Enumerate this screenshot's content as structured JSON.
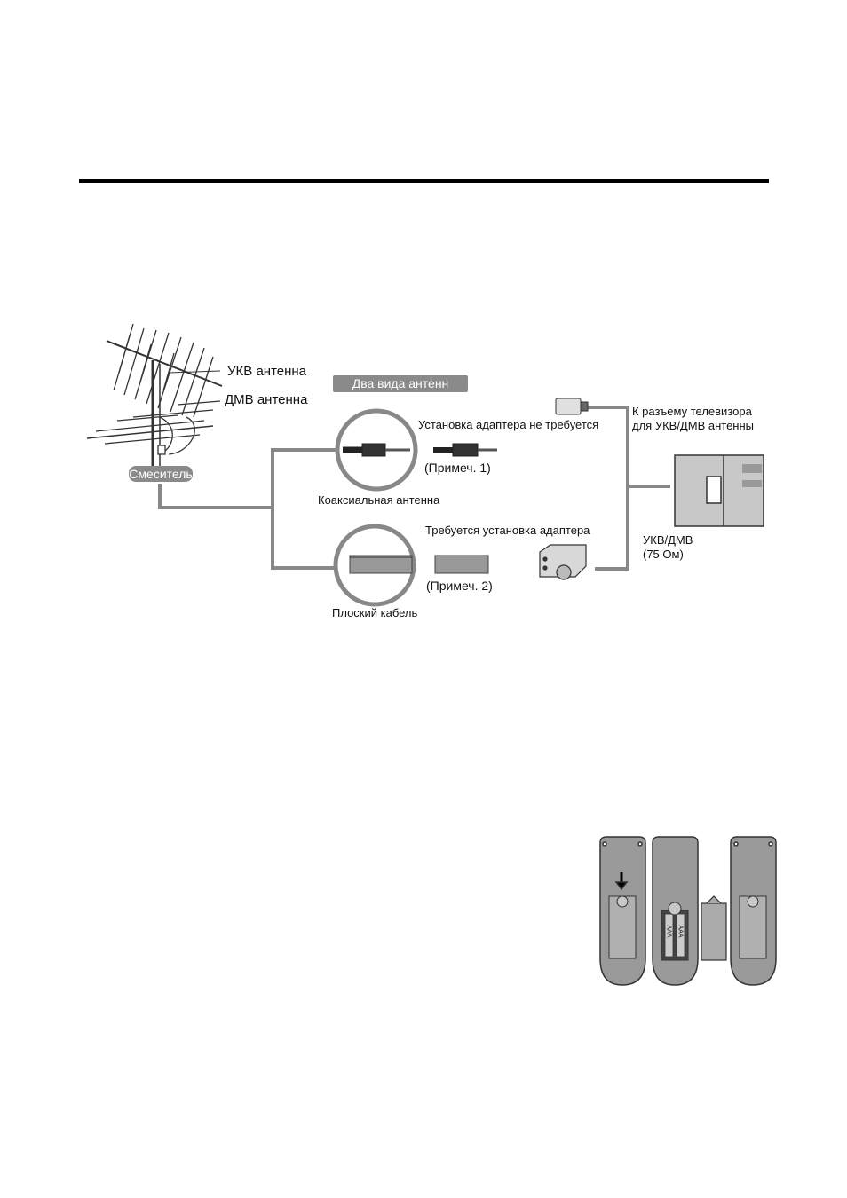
{
  "diagram": {
    "vhf_antenna": "УКВ антенна",
    "uhf_antenna": "ДМВ антенна",
    "mixer": "Смеситель",
    "two_types": "Два вида антенн",
    "no_adapter": "Установка адаптера не требуется",
    "note1": "(Примеч. 1)",
    "coaxial": "Коаксиальная антенна",
    "adapter_required": "Требуется установка адаптера",
    "note2": "(Примеч. 2)",
    "flat_cable": "Плоский кабель",
    "tv_connector_line1": "К разъему телевизора",
    "tv_connector_line2": "для УКВ/ДМВ антенны",
    "tv_jack_line1": "УКВ/ДМВ",
    "tv_jack_line2": "(75 Ом)"
  },
  "remote": {
    "battery_label": "AAA"
  }
}
